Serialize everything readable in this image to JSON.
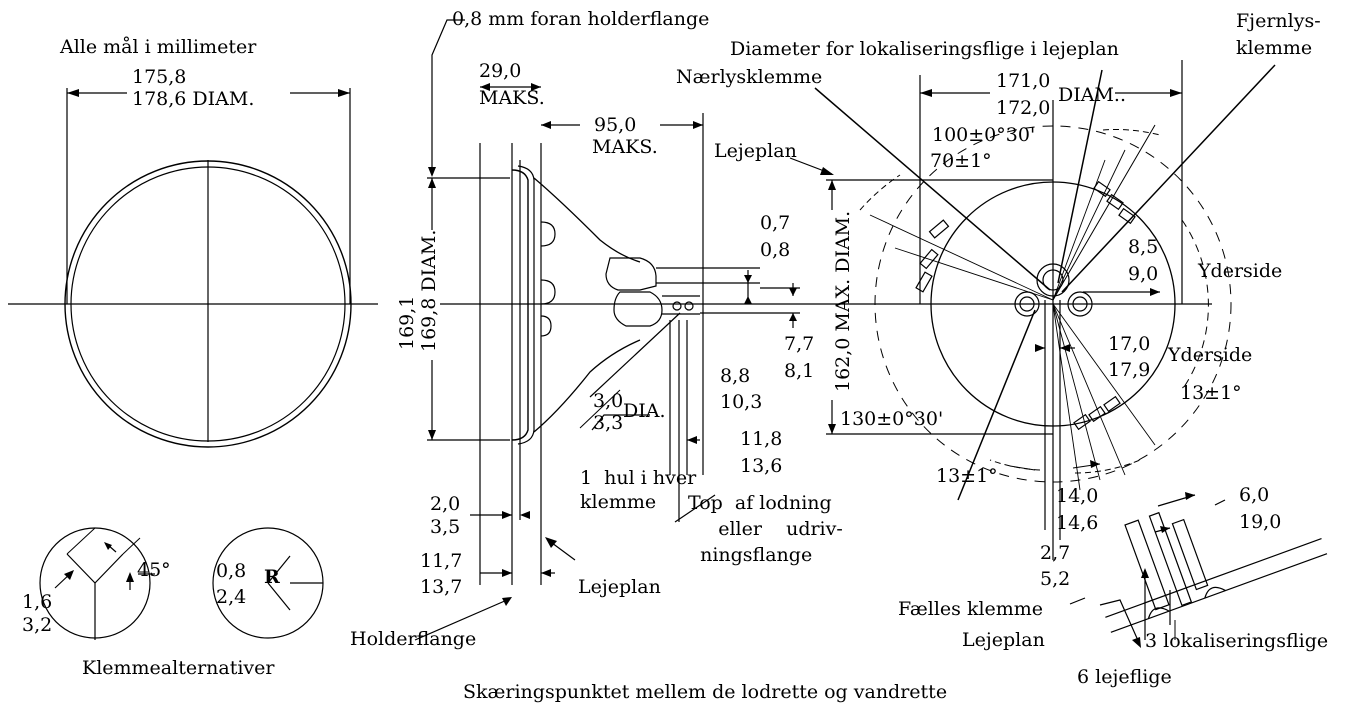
{
  "header": {
    "units_note": "Alle mål i millimeter",
    "flange_note": "0,8 mm foran holderflange",
    "tab_diameter_note": "Diameter for lokaliseringsflige i lejeplan",
    "high_beam_terminal": "Fjernlys-\nklemme",
    "low_beam_terminal": "Nærlysklemme"
  },
  "front_view": {
    "diam_top": "175,8",
    "diam_bottom": "178,6 DIAM."
  },
  "side_view": {
    "max_29_a": "29,0",
    "max_29_b": "MAKS.",
    "max_95_a": "95,0",
    "max_95_b": "MAKS.",
    "bearing_plane_top": "Lejeplan",
    "vert_diam_a": "169,1",
    "vert_diam_b": "169,8  DIAM.",
    "dim_07_08_a": "0,7",
    "dim_07_08_b": "0,8",
    "dim_77_81_a": "7,7",
    "dim_77_81_b": "8,1",
    "dim_88_103_a": "8,8",
    "dim_88_103_b": "10,3",
    "hole_dia_a": "3,0",
    "hole_dia_label": "DIA.",
    "hole_dia_b": "3,3",
    "dim_118_136_a": "11,8",
    "dim_118_136_b": "13,6",
    "hole_note": "1  hul i hver\nklemme",
    "solder_note": "Top  af lodning\n     eller    udriv-\n  ningsflange",
    "dim_20_35_a": "2,0",
    "dim_20_35_b": "3,5",
    "dim_117_137_a": "11,7",
    "dim_117_137_b": "13,7",
    "bearing_plane_bottom": "Lejeplan",
    "holder_flange": "Holderflange"
  },
  "terminals": {
    "dim_16_32_a": "1,6",
    "dim_16_32_b": "3,2",
    "angle_45": "45°",
    "r_08_24_a": "0,8",
    "r_08_24_b": "2,4",
    "r_label": "R",
    "caption": "Klemmealternativer"
  },
  "rear_view": {
    "diam_171_a": "171,0",
    "diam_171_b": "172,0",
    "diam_label": "DIAM..",
    "angle_100": "100±0°30'",
    "angle_70": "70±1°",
    "bearing_plane": "Lejeplan",
    "vert_max_diam": "162,0  MAX.  DIAM.",
    "dim_85_90_a": "8,5",
    "dim_85_90_b": "9,0",
    "outside_1": "Yderside",
    "dim_170_179_a": "17,0",
    "dim_170_179_b": "17,9",
    "outside_2": "Yderside",
    "angle_130": "130±0°30'",
    "angle_13_right": "13±1°",
    "angle_13_left": "13±1°",
    "dim_140_146_a": "14,0",
    "dim_140_146_b": "14,6",
    "dim_60_190_a": "6,0",
    "dim_60_190_b": "19,0",
    "dim_27_52_a": "2,7",
    "dim_27_52_b": "5,2",
    "common_terminal": "Fælles klemme",
    "bearing_plane_lower": "Lejeplan",
    "locating_tabs": "3  lokaliseringsflige",
    "bearing_tabs": "6  lejeflige"
  },
  "footer": {
    "bottom_note": "Skæringspunktet mellem de lodrette og vandrette"
  }
}
